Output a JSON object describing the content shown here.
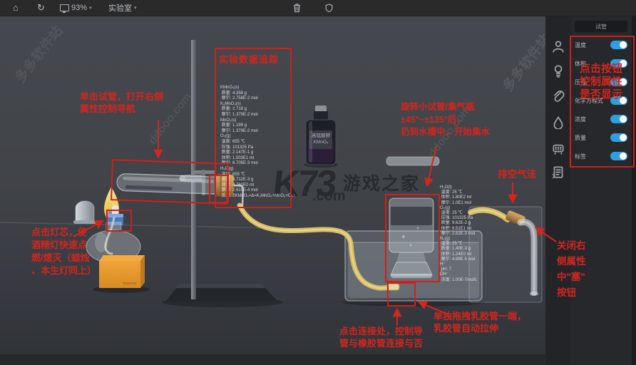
{
  "toolbar": {
    "home_glyph": "⌂",
    "refresh_glyph": "↻",
    "zoom_label": "93%",
    "caret": "▾",
    "tab_label": "实验室"
  },
  "watermarks": {
    "center_big": "K73",
    "center_dotcom": ".com",
    "center_right": "游戏之家",
    "diag1": "多多软件站",
    "diag2": "ddooo.com",
    "diag3": "多多软件站",
    "diag4": "ddooo.com"
  },
  "tracking_panel": {
    "title": "实验数据追踪",
    "lines": [
      "KMnO₄(s)",
      " 质量: 4.358 g",
      " 摩尔: 2.758E-2 mol",
      "K₂MnO₄(s)",
      " 质量: 2.718 g",
      " 摩尔: 1.379E-2 mol",
      "MnO₂(s)",
      " 质量: 1.199 g",
      " 摩尔: 1.379E-2 mol",
      "O₂(g)",
      " 温度: 655 ℃",
      " 压强: 101325 Pa",
      " 质量: 2.147E-1 g",
      " 体积: 1.503E1 ml",
      " 摩尔: 6.705E-3 mol",
      "H₂O(g)",
      " 温度: 655 ℃",
      " 质量: 4.712E-3 g",
      " 体积: 8.760E0 ml",
      " 摩尔: 2.615E-4 mol",
      " 反应: 2KMnO₄=Δ=K₂MnO₄+MnO₂+O₂↑"
    ]
  },
  "bottle_panel": {
    "lines": [
      "H₂O(l)",
      " 温度: 25 ℃",
      " 体积: 1.80E2 ml",
      " 摩尔: 1.0E1 mol",
      "O₂(g)",
      " 温度: 25 ℃",
      " 压强: 101325 Pa",
      " 质量: 9.62E-2 g",
      " 体积: 6.51E1 ml",
      " 摩尔: 2.82E-3 mol",
      "N₂(g)",
      " 温度: 25 ℃",
      " 质量: 1.40E-3 g",
      " 体积: 1.24E0 ml",
      " 摩尔: 4.99E-5 mol",
      "H⁺",
      " pH: 7",
      "OH⁻",
      " 浓度: 1.00E-7mol/L"
    ]
  },
  "reagent_bottle": {
    "line1": "高锰酸钾",
    "line2": "KMnO₄"
  },
  "wood_block": {
    "brand": "NOBOOK"
  },
  "annotations": {
    "click_tube": {
      "lines": [
        "单击试管，打开右侧",
        "属性控制导航"
      ]
    },
    "click_wick": {
      "lines": [
        "点击灯芯，使",
        "酒精灯快速点",
        "燃/熄灭（蜡烛",
        "、本生灯同上）"
      ]
    },
    "rotate": {
      "lines": [
        "旋转小试管/集气瓶",
        "±45°~±135°后，",
        "扔到水槽中，开始集水"
      ]
    },
    "air_method": {
      "lines": [
        "排空气法"
      ]
    },
    "drag_tube": {
      "lines": [
        "单独拖拽乳胶管一端，",
        "乳胶管自动拉伸"
      ]
    },
    "click_joint": {
      "lines": [
        "点击连接处，控制导",
        "管与橡胶管连接与否"
      ]
    },
    "close_stopper": {
      "lines": [
        "关闭右",
        "侧属性",
        "中\"塞\"",
        "按钮"
      ]
    },
    "panel_note": {
      "lines": [
        "点击按钮",
        "控制属性",
        "是否显示"
      ]
    }
  },
  "sidebar": {
    "device_name": "试管",
    "expand_chevron": "›",
    "toggle_color": "#2e9fe0",
    "tool_icons": [
      "experimenter",
      "lamp",
      "link",
      "droplet",
      "heater",
      "manual"
    ],
    "toggles": [
      {
        "label": "温度"
      },
      {
        "label": "体积"
      },
      {
        "label": "压强"
      },
      {
        "label": "化学方程式"
      },
      {
        "label": "浓度"
      },
      {
        "label": "质量"
      },
      {
        "label": "标签"
      }
    ]
  },
  "colors": {
    "annotation_red": "#d4251e",
    "toggle_blue": "#2e9fe0"
  }
}
